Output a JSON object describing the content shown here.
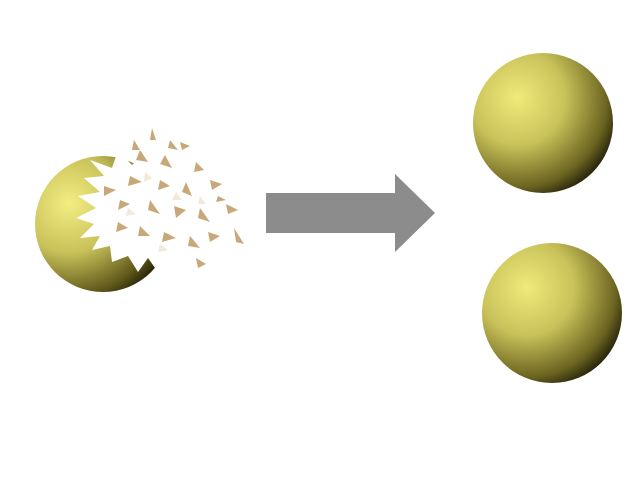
{
  "diagram": {
    "description_free": true,
    "colors": {
      "background": "#ffffff",
      "sphere_highlight": "#f0ea7a",
      "sphere_mid": "#c9c25a",
      "sphere_shadow": "#3a3512",
      "fragment_light": "#ffffff",
      "fragment_tan": "#c8a878",
      "arrow": "#8c8c8c"
    },
    "elements": {
      "left": "shattering-sphere",
      "middle": "right-arrow",
      "right": [
        "intact-sphere-top",
        "intact-sphere-bottom"
      ]
    }
  }
}
